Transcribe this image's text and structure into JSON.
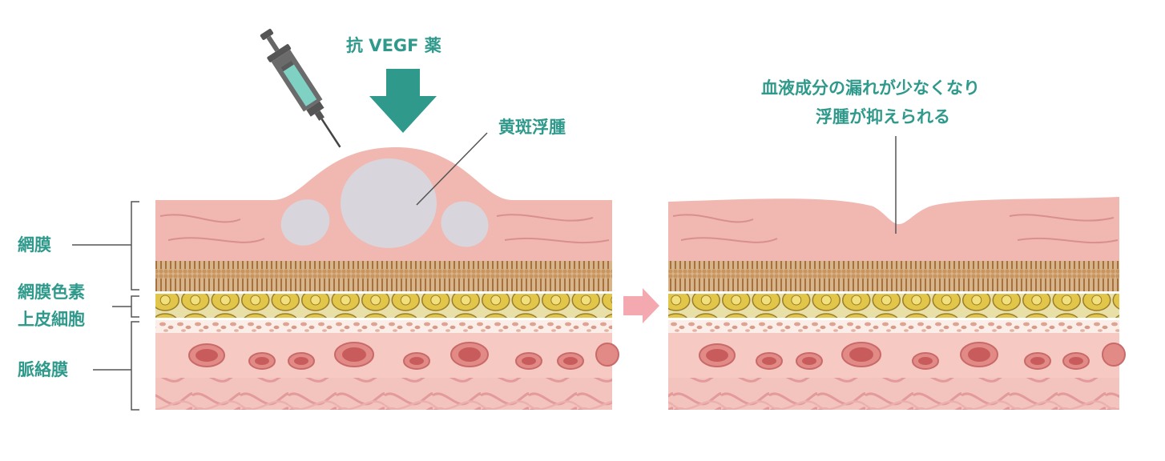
{
  "labels": {
    "drug": "抗 VEGF 薬",
    "edema": "黄斑浮腫",
    "result_line1": "血液成分の漏れが少なくなり",
    "result_line2": "浮腫が抑えられる",
    "retina": "網膜",
    "rpe_line1": "網膜色素",
    "rpe_line2": "上皮細胞",
    "choroid": "脈絡膜"
  },
  "colors": {
    "accent": "#2f9a8c",
    "retina_fill": "#f0b8b0",
    "edema_fill": "#d8d6dc",
    "arrow_pink": "#f4a9b0",
    "cell_fill": "#e8cf5a",
    "layer_brown": "#c79a6a"
  }
}
